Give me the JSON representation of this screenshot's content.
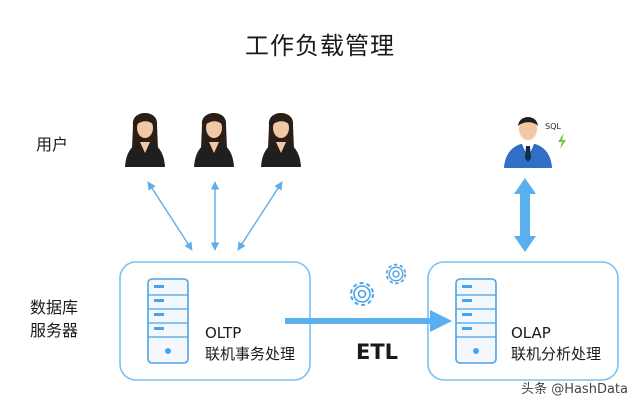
{
  "title": "工作负载管理",
  "labels": {
    "users": "用户",
    "db_servers_line1": "数据库",
    "db_servers_line2": "服务器"
  },
  "oltp": {
    "name": "OLTP",
    "desc": "联机事务处理"
  },
  "olap": {
    "name": "OLAP",
    "desc": "联机分析处理"
  },
  "etl_label": "ETL",
  "sql_label": "SQL",
  "watermark": "头条 @HashData",
  "colors": {
    "accent": "#4aa3e8",
    "arrow": "#5aaff0",
    "gear": "#4aa3e8",
    "lightning": "#6dc83a",
    "server_fill": "#f4f7fb",
    "server_stroke": "#4aa3e8"
  }
}
